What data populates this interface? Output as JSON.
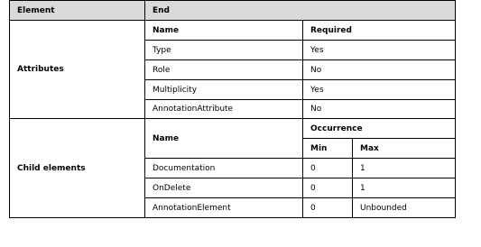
{
  "header": {
    "element_label": "Element",
    "element_value": "End"
  },
  "attributes": {
    "label": "Attributes",
    "col_name": "Name",
    "col_required": "Required",
    "rows": [
      {
        "name": "Type",
        "required": "Yes"
      },
      {
        "name": "Role",
        "required": "No"
      },
      {
        "name": "Multiplicity",
        "required": "Yes"
      },
      {
        "name": "AnnotationAttribute",
        "required": "No"
      }
    ]
  },
  "child_elements": {
    "label": "Child elements",
    "col_name": "Name",
    "col_occurrence": "Occurrence",
    "col_min": "Min",
    "col_max": "Max",
    "rows": [
      {
        "name": "Documentation",
        "min": "0",
        "max": "1"
      },
      {
        "name": "OnDelete",
        "min": "0",
        "max": "1"
      },
      {
        "name": "AnnotationElement",
        "min": "0",
        "max": "Unbounded"
      }
    ]
  }
}
